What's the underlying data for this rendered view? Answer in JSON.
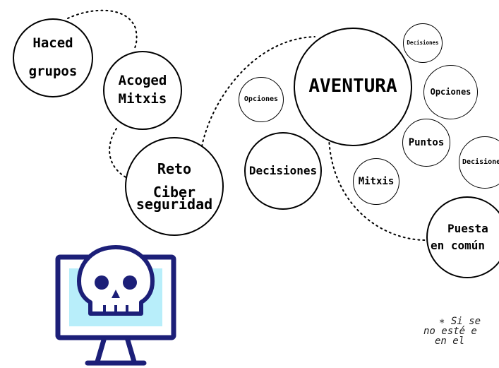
{
  "nodes": {
    "haced_grupos": [
      "Haced",
      "grupos"
    ],
    "acoged_mitxis": [
      "Acoged",
      "Mitxis"
    ],
    "reto": [
      "Reto",
      "Ciber",
      "seguridad"
    ],
    "opciones_left": "Opciones",
    "decisiones_mid": "Decisiones",
    "aventura": "AVENTURA",
    "decisiones_top": "Decisiones",
    "opciones_right": "Opciones",
    "puntos": "Puntos",
    "decisiones_right": "Decisiones",
    "mitxis": "Mitxis",
    "puesta": [
      "Puesta",
      "en común"
    ]
  },
  "note": [
    "∗ Si se",
    "no esté e",
    "en el"
  ],
  "colors": {
    "screen": "#b8eefa",
    "monitor": "#1c1f78"
  },
  "icons": {
    "computer": "computer-skull-icon"
  }
}
